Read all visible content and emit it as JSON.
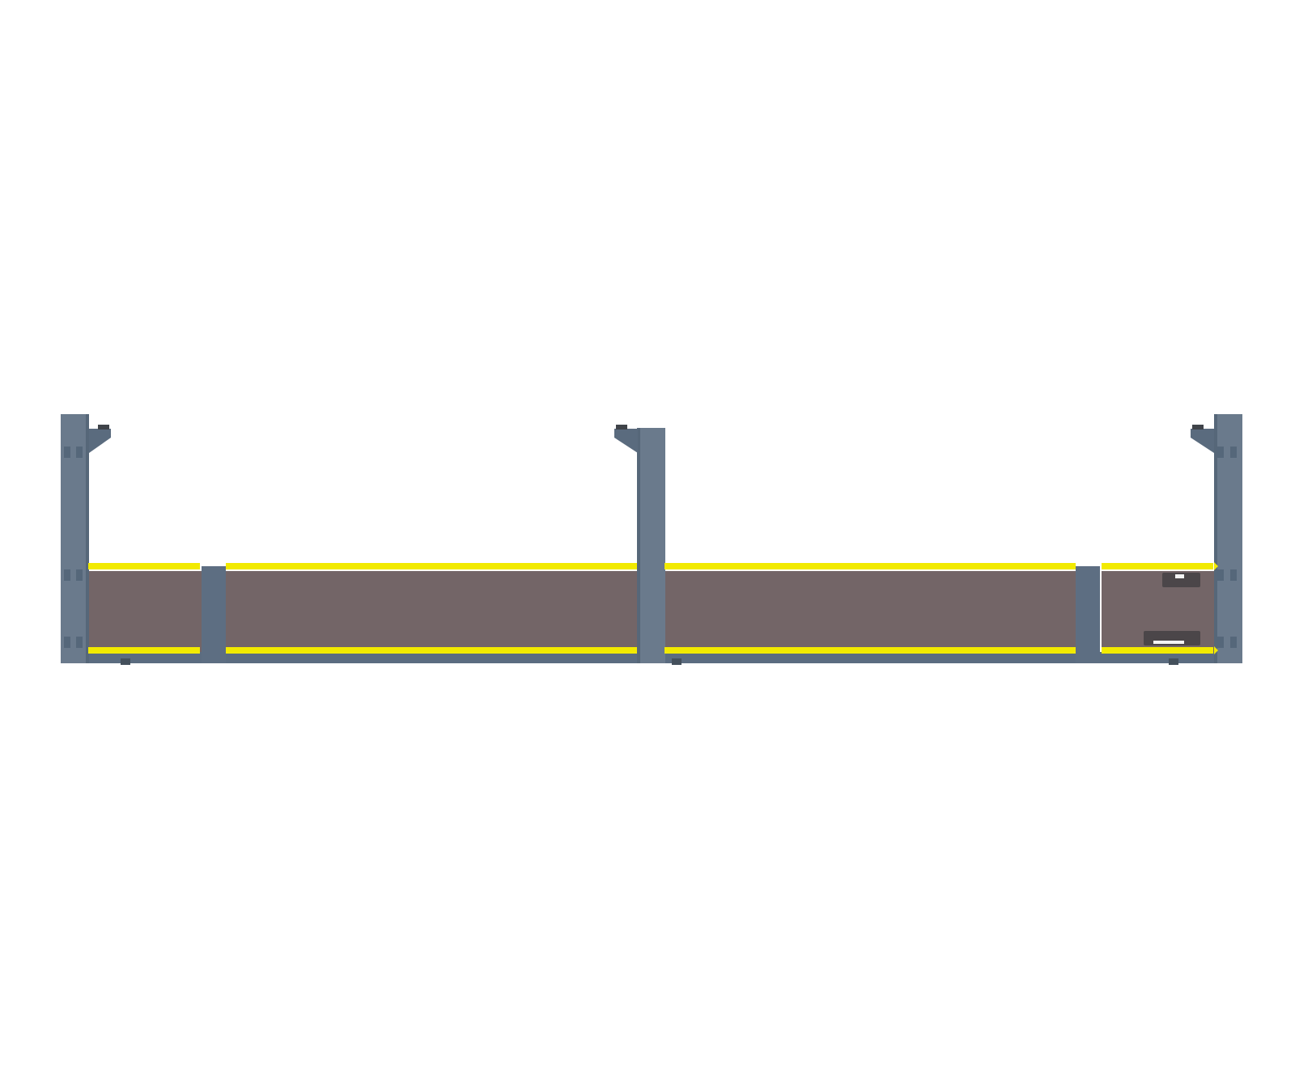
{
  "scene": {
    "kind": "structural-frame-side-view",
    "colors": {
      "background": "#ffffff",
      "steel": "#6a7a8c",
      "steel_dark": "#4f6176",
      "panel": "#736567",
      "rail_yellow": "#f2ea00",
      "bracket": "#5a6b7e",
      "connector_dark": "#3d3f44",
      "connector_body": "#555052"
    },
    "structure": {
      "posts_count": 3,
      "bays_count": 4,
      "top_rails_count": 4,
      "bottom_rails_count": 4,
      "top_brackets_count": 3,
      "connector_boxes_count": 2
    },
    "labels": {}
  }
}
